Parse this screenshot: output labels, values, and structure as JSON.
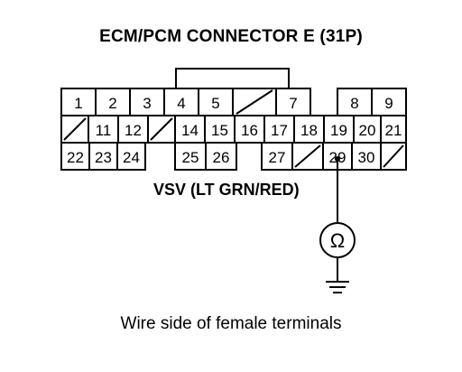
{
  "title": "ECM/PCM CONNECTOR E (31P)",
  "wire_label": "VSV (LT GRN/RED)",
  "caption": "Wire side of female terminals",
  "meter_symbol": "Ω",
  "pins": {
    "p1": "1",
    "p2": "2",
    "p3": "3",
    "p4": "4",
    "p5": "5",
    "p7": "7",
    "p8": "8",
    "p9": "9",
    "p11": "11",
    "p12": "12",
    "p14": "14",
    "p15": "15",
    "p16": "16",
    "p17": "17",
    "p18": "18",
    "p19": "19",
    "p20": "20",
    "p21": "21",
    "p22": "22",
    "p23": "23",
    "p24": "24",
    "p25": "25",
    "p26": "26",
    "p27": "27",
    "p29": "29",
    "p30": "30"
  }
}
